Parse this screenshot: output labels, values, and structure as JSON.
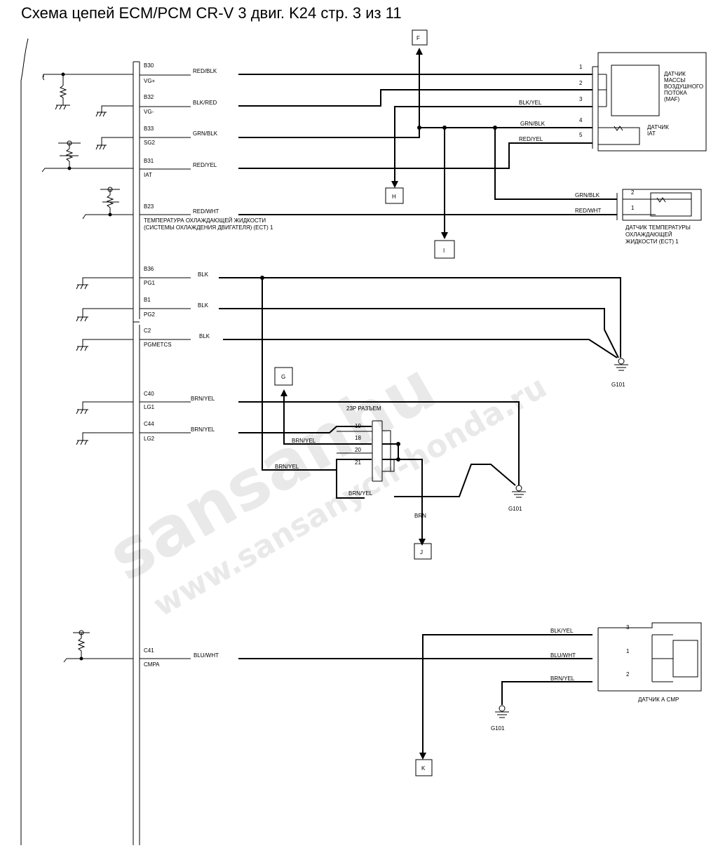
{
  "title": "Схема цепей ECM/PCM CR-V 3 двиг. K24 стр. 3 из 11",
  "watermark": {
    "line1": "sansanhu",
    "line2": "www.sansanych-honda.ru",
    "color": "#d8d8d8"
  },
  "pins": [
    {
      "pin": "B30",
      "signal": "VG+",
      "wire": "RED/BLK"
    },
    {
      "pin": "B32",
      "signal": "VG-",
      "wire": "BLK/RED"
    },
    {
      "pin": "B33",
      "signal": "SG2",
      "wire": "GRN/BLK"
    },
    {
      "pin": "B31",
      "signal": "IAT",
      "wire": "RED/YEL"
    },
    {
      "pin": "B23",
      "signal": "ТЕМПЕРАТУРА ОХЛАЖДАЮЩЕЙ ЖИДКОСТИ",
      "signal2": "(СИСТЕМЫ ОХЛАЖДЕНИЯ ДВИГАТЕЛЯ) (ECT) 1",
      "wire": "RED/WHT"
    },
    {
      "pin": "B36",
      "signal": "PG1",
      "wire": "BLK"
    },
    {
      "pin": "B1",
      "signal": "PG2",
      "wire": "BLK"
    },
    {
      "pin": "C2",
      "signal": "PGMETCS",
      "wire": "BLK"
    },
    {
      "pin": "C40",
      "signal": "LG1",
      "wire": "BRN/YEL"
    },
    {
      "pin": "C44",
      "signal": "LG2",
      "wire": "BRN/YEL"
    },
    {
      "pin": "C41",
      "signal": "CMPA",
      "wire": "BLU/WHT"
    }
  ],
  "maf": {
    "name": [
      "ДАТЧИК",
      "МАССЫ",
      "ВОЗДУШНОГО",
      "ПОТОКА",
      "(MAF)"
    ],
    "iat_name": [
      "ДАТЧИК",
      "IAT"
    ],
    "pins": [
      "1",
      "2",
      "3",
      "4",
      "5"
    ],
    "wires": [
      "BLK/YEL",
      "GRN/BLK",
      "RED/YEL"
    ]
  },
  "ect": {
    "name": [
      "ДАТЧИК ТЕМПЕРАТУРЫ",
      "ОХЛАЖДАЮЩЕЙ",
      "ЖИДКОСТИ (ECT) 1"
    ],
    "pins": [
      "2",
      "1"
    ],
    "wires": [
      "GRN/BLK",
      "RED/WHT"
    ]
  },
  "connector23p": {
    "label": "23P РАЗЪЕМ",
    "pins": [
      "19",
      "18",
      "20",
      "21"
    ],
    "wires": [
      "BRN/YEL",
      "BRN/YEL",
      "BRN/YEL",
      "BRN"
    ]
  },
  "cmp": {
    "name": "ДАТЧИК А CMP",
    "pins": [
      "3",
      "1",
      "2"
    ],
    "wires": [
      "BLK/YEL",
      "BLU/WHT",
      "BRN/YEL"
    ]
  },
  "grounds": [
    "G101",
    "G101",
    "G101"
  ],
  "connectors": [
    "F",
    "H",
    "I",
    "G",
    "J",
    "K"
  ]
}
